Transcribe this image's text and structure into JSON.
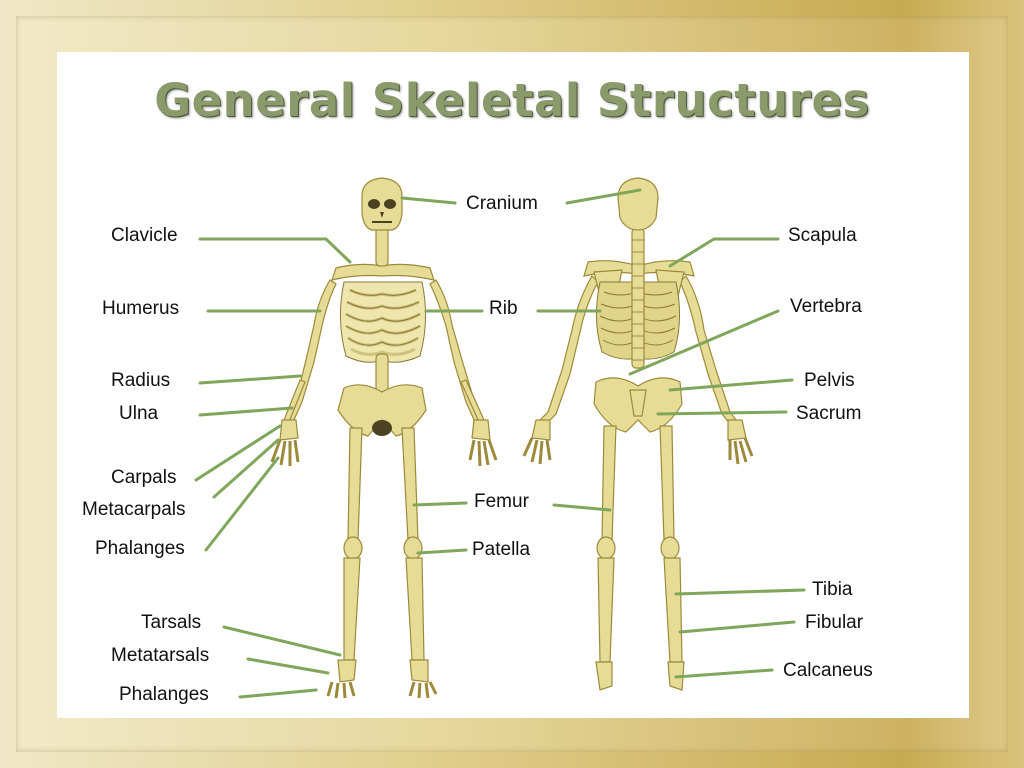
{
  "title": "General Skeletal Structures",
  "labels": {
    "cranium": "Cranium",
    "clavicle": "Clavicle",
    "scapula": "Scapula",
    "humerus": "Humerus",
    "rib": "Rib",
    "vertebra": "Vertebra",
    "radius": "Radius",
    "pelvis": "Pelvis",
    "ulna": "Ulna",
    "sacrum": "Sacrum",
    "carpals": "Carpals",
    "metacarpals": "Metacarpals",
    "phalanges_hand": "Phalanges",
    "femur": "Femur",
    "patella": "Patella",
    "tibia": "Tibia",
    "tarsals": "Tarsals",
    "fibular": "Fibular",
    "metatarsals": "Metatarsals",
    "calcaneus": "Calcaneus",
    "phalanges_foot": "Phalanges"
  },
  "colors": {
    "leader_line": "#7fa65a",
    "bone": "#e7dc96",
    "title": "#8a9a6b"
  }
}
